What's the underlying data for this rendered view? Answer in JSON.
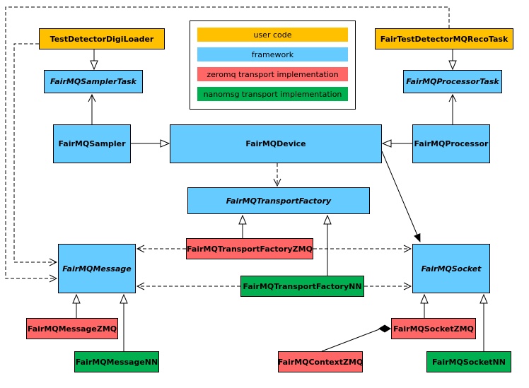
{
  "diagram": {
    "legend": {
      "items": [
        {
          "name": "user-code",
          "label": "user code",
          "color": "#FFC000"
        },
        {
          "name": "framework",
          "label": "framework",
          "color": "#66CCFF"
        },
        {
          "name": "zeromq",
          "label": "zeromq transport implementation",
          "color": "#FF6666"
        },
        {
          "name": "nanomsg",
          "label": "nanomsg transport implementation",
          "color": "#00B050"
        }
      ]
    },
    "nodes": {
      "digiLoader": {
        "label": "TestDetectorDigiLoader",
        "category": "user code",
        "abstract": false
      },
      "recoTask": {
        "label": "FairTestDetectorMQRecoTask",
        "category": "user code",
        "abstract": false
      },
      "samplerTask": {
        "label": "FairMQSamplerTask",
        "category": "framework",
        "abstract": true
      },
      "processorTask": {
        "label": "FairMQProcessorTask",
        "category": "framework",
        "abstract": true
      },
      "sampler": {
        "label": "FairMQSampler",
        "category": "framework",
        "abstract": false
      },
      "device": {
        "label": "FairMQDevice",
        "category": "framework",
        "abstract": false
      },
      "processor": {
        "label": "FairMQProcessor",
        "category": "framework",
        "abstract": false
      },
      "transportFactory": {
        "label": "FairMQTransportFactory",
        "category": "framework",
        "abstract": true
      },
      "transportFactoryZMQ": {
        "label": "FairMQTransportFactoryZMQ",
        "category": "zeromq",
        "abstract": false
      },
      "transportFactoryNN": {
        "label": "FairMQTransportFactoryNN",
        "category": "nanomsg",
        "abstract": false
      },
      "message": {
        "label": "FairMQMessage",
        "category": "framework",
        "abstract": true
      },
      "socket": {
        "label": "FairMQSocket",
        "category": "framework",
        "abstract": true
      },
      "messageZMQ": {
        "label": "FairMQMessageZMQ",
        "category": "zeromq",
        "abstract": false
      },
      "messageNN": {
        "label": "FairMQMessageNN",
        "category": "nanomsg",
        "abstract": false
      },
      "contextZMQ": {
        "label": "FairMQContextZMQ",
        "category": "zeromq",
        "abstract": false
      },
      "socketZMQ": {
        "label": "FairMQSocketZMQ",
        "category": "zeromq",
        "abstract": false
      },
      "socketNN": {
        "label": "FairMQSocketNN",
        "category": "nanomsg",
        "abstract": false
      }
    },
    "edges": [
      {
        "from": "TestDetectorDigiLoader",
        "to": "FairMQSamplerTask",
        "type": "inheritance"
      },
      {
        "from": "FairTestDetectorMQRecoTask",
        "to": "FairMQProcessorTask",
        "type": "inheritance"
      },
      {
        "from": "FairMQSampler",
        "to": "FairMQSamplerTask",
        "type": "association"
      },
      {
        "from": "FairMQProcessor",
        "to": "FairMQProcessorTask",
        "type": "association"
      },
      {
        "from": "FairMQSampler",
        "to": "FairMQDevice",
        "type": "inheritance"
      },
      {
        "from": "FairMQProcessor",
        "to": "FairMQDevice",
        "type": "inheritance"
      },
      {
        "from": "FairMQDevice",
        "to": "FairMQTransportFactory",
        "type": "dependency"
      },
      {
        "from": "FairMQDevice",
        "to": "FairMQSocket",
        "type": "association"
      },
      {
        "from": "FairMQTransportFactoryZMQ",
        "to": "FairMQTransportFactory",
        "type": "inheritance"
      },
      {
        "from": "FairMQTransportFactoryNN",
        "to": "FairMQTransportFactory",
        "type": "inheritance"
      },
      {
        "from": "FairMQTransportFactoryZMQ",
        "to": "FairMQMessage",
        "type": "dependency"
      },
      {
        "from": "FairMQTransportFactoryZMQ",
        "to": "FairMQSocket",
        "type": "dependency"
      },
      {
        "from": "FairMQTransportFactoryNN",
        "to": "FairMQMessage",
        "type": "dependency"
      },
      {
        "from": "FairMQTransportFactoryNN",
        "to": "FairMQSocket",
        "type": "dependency"
      },
      {
        "from": "TestDetectorDigiLoader",
        "to": "FairMQMessage",
        "type": "dependency"
      },
      {
        "from": "FairTestDetectorMQRecoTask",
        "to": "FairMQMessage",
        "type": "dependency"
      },
      {
        "from": "FairMQMessageZMQ",
        "to": "FairMQMessage",
        "type": "inheritance"
      },
      {
        "from": "FairMQMessageNN",
        "to": "FairMQMessage",
        "type": "inheritance"
      },
      {
        "from": "FairMQSocketZMQ",
        "to": "FairMQSocket",
        "type": "inheritance"
      },
      {
        "from": "FairMQSocketNN",
        "to": "FairMQSocket",
        "type": "inheritance"
      },
      {
        "from": "FairMQContextZMQ",
        "to": "FairMQSocketZMQ",
        "type": "composition"
      }
    ]
  }
}
